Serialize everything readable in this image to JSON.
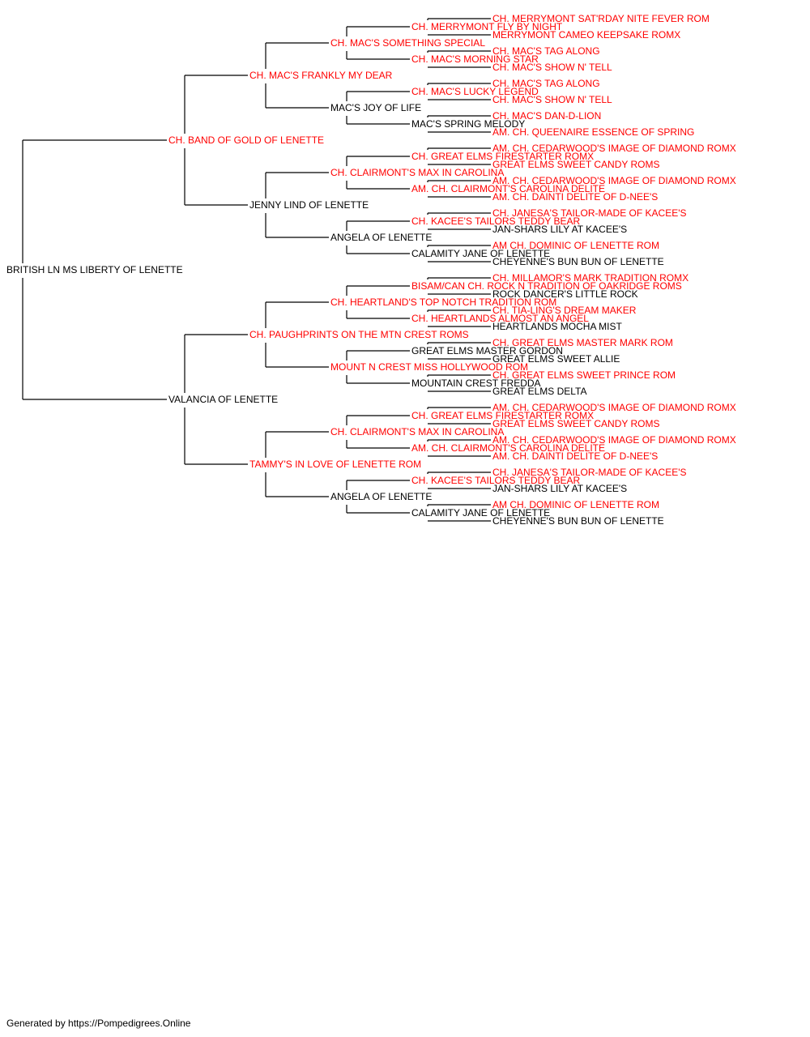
{
  "colors": {
    "champion": "#ff0000",
    "regular": "#000000",
    "line": "#000000"
  },
  "pedigree": {
    "name": "BRITISH LN MS LIBERTY OF LENETTE",
    "ch": false,
    "sire": {
      "name": "CH. BAND OF GOLD OF LENETTE",
      "ch": true,
      "sire": {
        "name": "CH. MAC'S FRANKLY MY DEAR",
        "ch": true,
        "sire": {
          "name": "CH. MAC'S SOMETHING SPECIAL",
          "ch": true,
          "sire": {
            "name": "CH. MERRYMONT FLY BY NIGHT",
            "ch": true,
            "sire": {
              "name": "CH. MERRYMONT SAT'RDAY NITE FEVER ROM",
              "ch": true
            },
            "dam": {
              "name": "MERRYMONT CAMEO KEEPSAKE ROMX",
              "ch": true
            }
          },
          "dam": {
            "name": "CH. MAC'S MORNING STAR",
            "ch": true,
            "sire": {
              "name": "CH. MAC'S TAG ALONG",
              "ch": true
            },
            "dam": {
              "name": "CH. MAC'S SHOW N' TELL",
              "ch": true
            }
          }
        },
        "dam": {
          "name": "MAC'S JOY OF LIFE",
          "ch": false,
          "sire": {
            "name": "CH. MAC'S LUCKY LEGEND",
            "ch": true,
            "sire": {
              "name": "CH. MAC'S TAG ALONG",
              "ch": true
            },
            "dam": {
              "name": "CH. MAC'S SHOW N' TELL",
              "ch": true
            }
          },
          "dam": {
            "name": "MAC'S SPRING MELODY",
            "ch": false,
            "sire": {
              "name": "CH. MAC'S DAN-D-LION",
              "ch": true
            },
            "dam": {
              "name": "AM. CH. QUEENAIRE ESSENCE OF SPRING",
              "ch": true
            }
          }
        }
      },
      "dam": {
        "name": "JENNY LIND OF LENETTE",
        "ch": false,
        "sire": {
          "name": "CH. CLAIRMONT'S MAX IN CAROLINA",
          "ch": true,
          "sire": {
            "name": "CH. GREAT ELMS FIRESTARTER ROMX",
            "ch": true,
            "sire": {
              "name": "AM. CH. CEDARWOOD'S IMAGE OF DIAMOND ROMX",
              "ch": true
            },
            "dam": {
              "name": "GREAT ELMS SWEET CANDY ROMS",
              "ch": true
            }
          },
          "dam": {
            "name": "AM. CH. CLAIRMONT'S CAROLINA DELITE",
            "ch": true,
            "sire": {
              "name": "AM. CH. CEDARWOOD'S IMAGE OF DIAMOND ROMX",
              "ch": true
            },
            "dam": {
              "name": "AM. CH. DAINTI DELITE OF D-NEE'S",
              "ch": true
            }
          }
        },
        "dam": {
          "name": "ANGELA OF LENETTE",
          "ch": false,
          "sire": {
            "name": "CH. KACEE'S TAILORS TEDDY BEAR",
            "ch": true,
            "sire": {
              "name": "CH. JANESA'S TAILOR-MADE OF KACEE'S",
              "ch": true
            },
            "dam": {
              "name": "JAN-SHARS LILY AT KACEE'S",
              "ch": false
            }
          },
          "dam": {
            "name": "CALAMITY JANE OF LENETTE",
            "ch": false,
            "sire": {
              "name": "AM CH. DOMINIC OF LENETTE ROM",
              "ch": true
            },
            "dam": {
              "name": "CHEYENNE'S BUN BUN OF LENETTE",
              "ch": false
            }
          }
        }
      }
    },
    "dam": {
      "name": "VALANCIA OF LENETTE",
      "ch": false,
      "sire": {
        "name": "CH. PAUGHPRINTS ON THE MTN CREST ROMS",
        "ch": true,
        "sire": {
          "name": "CH. HEARTLAND'S TOP NOTCH TRADITION ROM",
          "ch": true,
          "sire": {
            "name": "BISAM/CAN CH. ROCK N TRADITION OF OAKRIDGE ROMS",
            "ch": true,
            "sire": {
              "name": "CH. MILLAMOR'S MARK TRADITION ROMX",
              "ch": true
            },
            "dam": {
              "name": "ROCK DANCER'S LITTLE ROCK",
              "ch": false
            }
          },
          "dam": {
            "name": "CH. HEARTLANDS ALMOST AN ANGEL",
            "ch": true,
            "sire": {
              "name": "CH. TIA-LING'S DREAM MAKER",
              "ch": true
            },
            "dam": {
              "name": "HEARTLANDS MOCHA MIST",
              "ch": false
            }
          }
        },
        "dam": {
          "name": "MOUNT N CREST MISS HOLLYWOOD ROM",
          "ch": true,
          "sire": {
            "name": "GREAT ELMS MASTER GORDON",
            "ch": false,
            "sire": {
              "name": "CH. GREAT ELMS MASTER MARK ROM",
              "ch": true
            },
            "dam": {
              "name": "GREAT ELMS SWEET ALLIE",
              "ch": false
            }
          },
          "dam": {
            "name": "MOUNTAIN CREST FREDDA",
            "ch": false,
            "sire": {
              "name": "CH. GREAT ELMS SWEET PRINCE ROM",
              "ch": true
            },
            "dam": {
              "name": "GREAT ELMS DELTA",
              "ch": false
            }
          }
        }
      },
      "dam": {
        "name": "TAMMY'S IN LOVE OF LENETTE ROM",
        "ch": true,
        "sire": {
          "name": "CH. CLAIRMONT'S MAX IN CAROLINA",
          "ch": true,
          "sire": {
            "name": "CH. GREAT ELMS FIRESTARTER ROMX",
            "ch": true,
            "sire": {
              "name": "AM. CH. CEDARWOOD'S IMAGE OF DIAMOND ROMX",
              "ch": true
            },
            "dam": {
              "name": "GREAT ELMS SWEET CANDY ROMS",
              "ch": true
            }
          },
          "dam": {
            "name": "AM. CH. CLAIRMONT'S CAROLINA DELITE",
            "ch": true,
            "sire": {
              "name": "AM. CH. CEDARWOOD'S IMAGE OF DIAMOND ROMX",
              "ch": true
            },
            "dam": {
              "name": "AM. CH. DAINTI DELITE OF D-NEE'S",
              "ch": true
            }
          }
        },
        "dam": {
          "name": "ANGELA OF LENETTE",
          "ch": false,
          "sire": {
            "name": "CH. KACEE'S TAILORS TEDDY BEAR",
            "ch": true,
            "sire": {
              "name": "CH. JANESA'S TAILOR-MADE OF KACEE'S",
              "ch": true
            },
            "dam": {
              "name": "JAN-SHARS LILY AT KACEE'S",
              "ch": false
            }
          },
          "dam": {
            "name": "CALAMITY JANE OF LENETTE",
            "ch": false,
            "sire": {
              "name": "AM CH. DOMINIC OF LENETTE ROM",
              "ch": true
            },
            "dam": {
              "name": "CHEYENNE'S BUN BUN OF LENETTE",
              "ch": false
            }
          }
        }
      }
    }
  },
  "footer": {
    "text": "Generated by https://Pompedigrees.Online"
  }
}
